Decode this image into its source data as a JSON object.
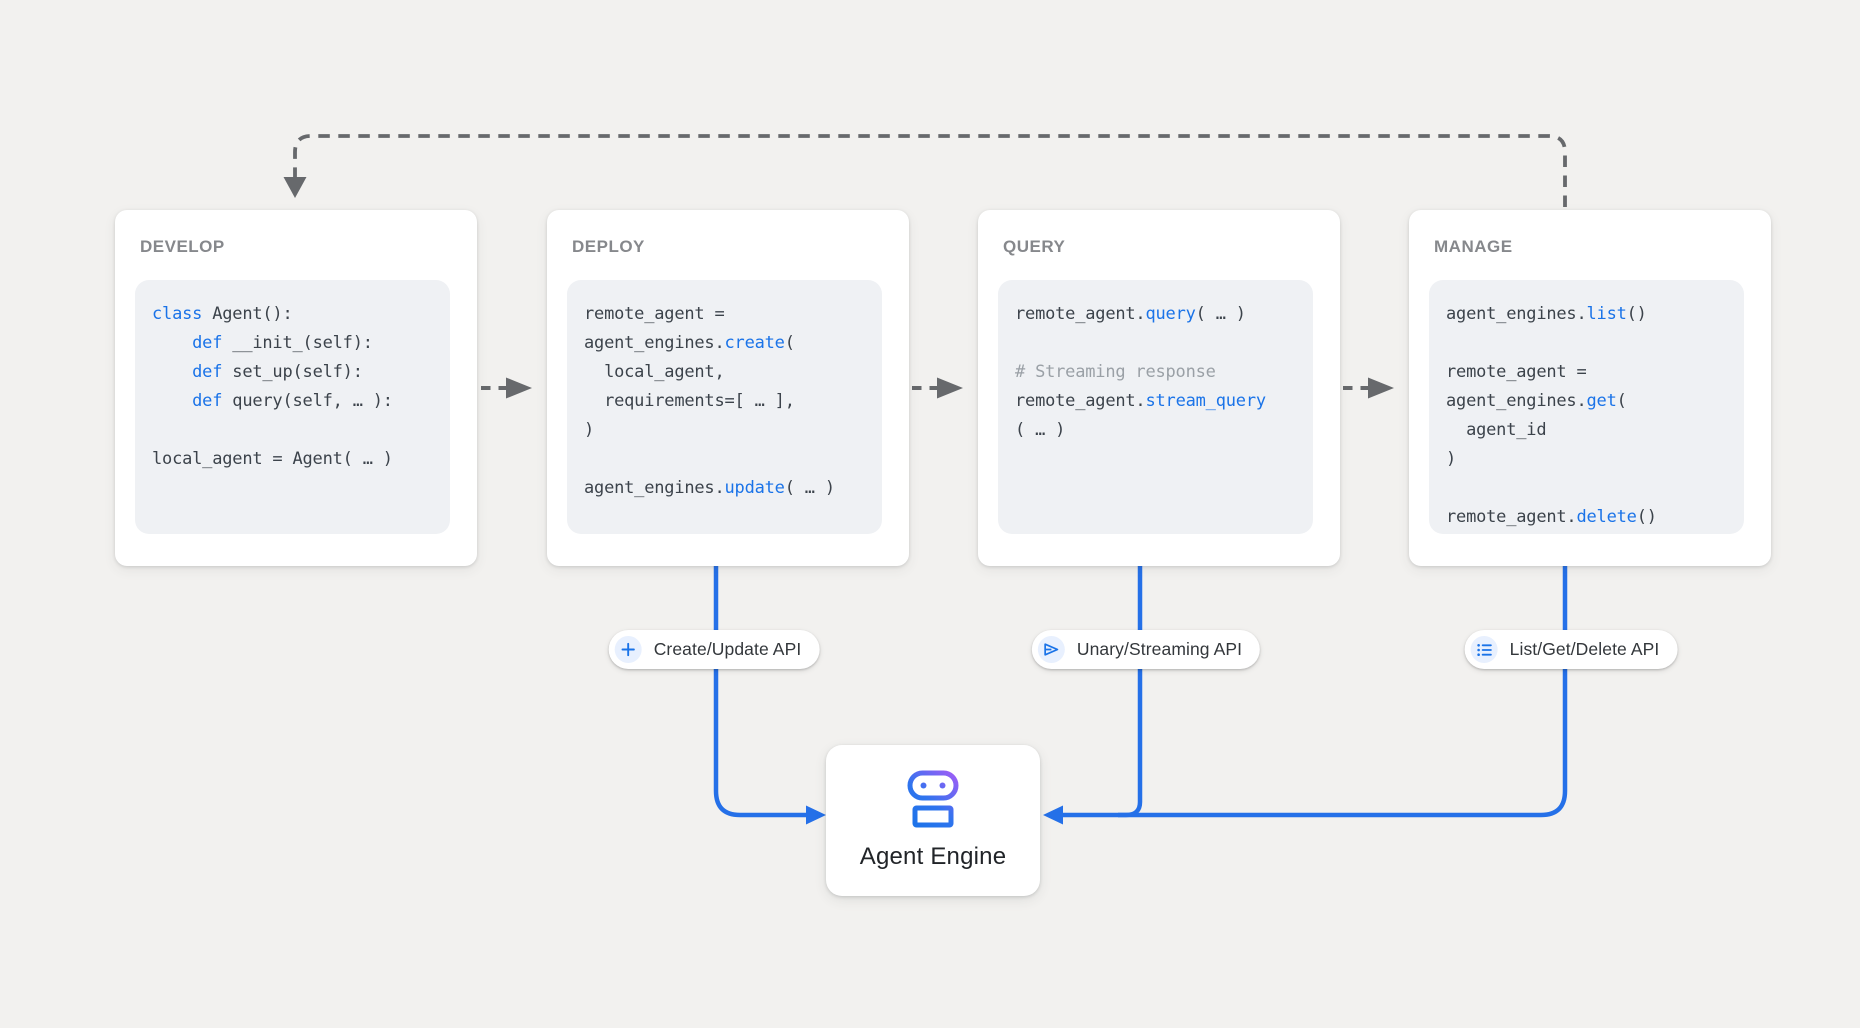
{
  "diagram": {
    "stages": [
      {
        "id": "develop",
        "title": "DEVELOP",
        "code": [
          [
            {
              "k": "kw",
              "t": "class"
            },
            {
              "k": "p",
              "t": " Agent():"
            }
          ],
          [
            {
              "k": "p",
              "t": "    "
            },
            {
              "k": "kw",
              "t": "def"
            },
            {
              "k": "p",
              "t": " __init_(self):"
            }
          ],
          [
            {
              "k": "p",
              "t": "    "
            },
            {
              "k": "kw",
              "t": "def"
            },
            {
              "k": "p",
              "t": " set_up(self):"
            }
          ],
          [
            {
              "k": "p",
              "t": "    "
            },
            {
              "k": "kw",
              "t": "def"
            },
            {
              "k": "p",
              "t": " query(self, … ):"
            }
          ],
          [],
          [
            {
              "k": "p",
              "t": "local_agent = Agent( … )"
            }
          ]
        ]
      },
      {
        "id": "deploy",
        "title": "DEPLOY",
        "code": [
          [
            {
              "k": "p",
              "t": "remote_agent ="
            }
          ],
          [
            {
              "k": "p",
              "t": "agent_engines."
            },
            {
              "k": "kw",
              "t": "create"
            },
            {
              "k": "p",
              "t": "("
            }
          ],
          [
            {
              "k": "p",
              "t": "  local_agent,"
            }
          ],
          [
            {
              "k": "p",
              "t": "  requirements=[ … ],"
            }
          ],
          [
            {
              "k": "p",
              "t": ")"
            }
          ],
          [],
          [
            {
              "k": "p",
              "t": "agent_engines."
            },
            {
              "k": "kw",
              "t": "update"
            },
            {
              "k": "p",
              "t": "( … )"
            }
          ]
        ]
      },
      {
        "id": "query",
        "title": "QUERY",
        "code": [
          [
            {
              "k": "p",
              "t": "remote_agent."
            },
            {
              "k": "kw",
              "t": "query"
            },
            {
              "k": "p",
              "t": "( … )"
            }
          ],
          [],
          [
            {
              "k": "comment",
              "t": "# Streaming response"
            }
          ],
          [
            {
              "k": "p",
              "t": "remote_agent."
            },
            {
              "k": "kw",
              "t": "stream_query"
            }
          ],
          [
            {
              "k": "p",
              "t": "( … )"
            }
          ]
        ]
      },
      {
        "id": "manage",
        "title": "MANAGE",
        "code": [
          [
            {
              "k": "p",
              "t": "agent_engines."
            },
            {
              "k": "kw",
              "t": "list"
            },
            {
              "k": "p",
              "t": "()"
            }
          ],
          [],
          [
            {
              "k": "p",
              "t": "remote_agent ="
            }
          ],
          [
            {
              "k": "p",
              "t": "agent_engines."
            },
            {
              "k": "kw",
              "t": "get"
            },
            {
              "k": "p",
              "t": "("
            }
          ],
          [
            {
              "k": "p",
              "t": "  agent_id"
            }
          ],
          [
            {
              "k": "p",
              "t": ")"
            }
          ],
          [],
          [
            {
              "k": "p",
              "t": "remote_agent."
            },
            {
              "k": "kw",
              "t": "delete"
            },
            {
              "k": "p",
              "t": "()"
            }
          ]
        ]
      }
    ],
    "api_pills": [
      {
        "id": "create-update",
        "icon": "plus-icon",
        "label": "Create/Update API"
      },
      {
        "id": "unary-streaming",
        "icon": "send-icon",
        "label": "Unary/Streaming API"
      },
      {
        "id": "list-get-delete",
        "icon": "list-icon",
        "label": "List/Get/Delete API"
      }
    ],
    "engine": {
      "icon": "robot-icon",
      "label": "Agent Engine"
    },
    "colors": {
      "background": "#f2f1ef",
      "card": "#ffffff",
      "code_background": "#eff1f4",
      "keyword_blue": "#1a73e8",
      "code_text": "#3c434b",
      "comment_gray": "#9aa0a6",
      "connector_blue": "#2570e8",
      "dashed_gray": "#67696c",
      "title_gray": "#86888c",
      "icon_chip_blue": "#e8f0fe",
      "robot_gradient_start": "#1a73e8",
      "robot_gradient_end": "#a35cf7"
    }
  }
}
